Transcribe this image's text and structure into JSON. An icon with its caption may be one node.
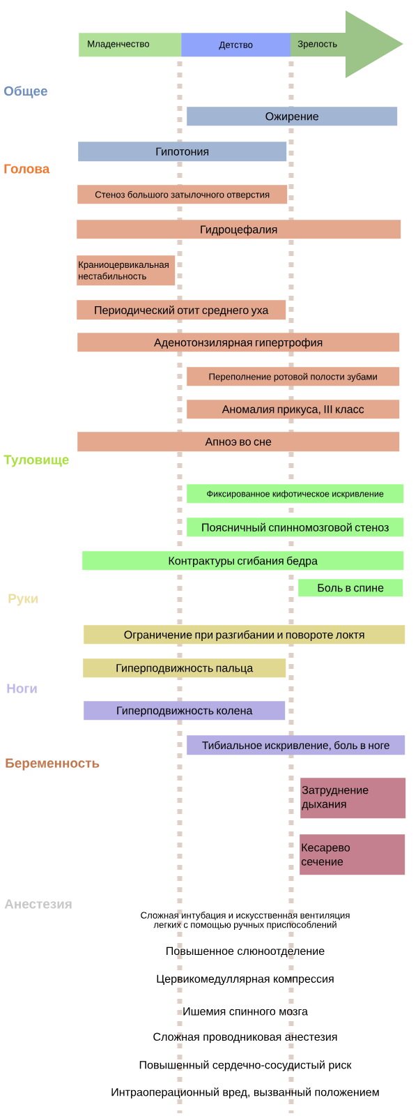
{
  "diagram": {
    "nodes": [
      {
        "text": [
          "Младенчество"
        ]
      },
      {
        "text": [
          "Детство"
        ]
      },
      {
        "text": [
          "Зрелость"
        ]
      },
      {
        "text": [
          "Ожирение"
        ]
      },
      {
        "text": [
          "Гипотония"
        ]
      },
      {
        "text": [
          "Стеноз большого затылочного отверстия"
        ]
      },
      {
        "text": [
          "Гидроцефалия"
        ]
      },
      {
        "text": [
          "Краниоцервикальная нестабильность"
        ]
      },
      {
        "text": [
          "Периодический отит среднего уха"
        ]
      },
      {
        "text": [
          "Аденотонзилярная гипертрофия"
        ]
      },
      {
        "text": [
          "Переполнение ротовой полости зубами"
        ]
      },
      {
        "text": [
          "Аномалия прикуса, III класс"
        ]
      },
      {
        "text": [
          "Апноэ во сне"
        ]
      },
      {
        "text": [
          "Фиксированное кифотическое искривление"
        ]
      },
      {
        "text": [
          "Поясничный спинномозговой стеноз"
        ]
      },
      {
        "text": [
          "Контрактуры сгибания бедра"
        ]
      },
      {
        "text": [
          "Боль в спине"
        ]
      },
      {
        "text": [
          "Ограничение при разгибании и повороте локтя"
        ]
      },
      {
        "text": [
          "Гиперподвижность пальца"
        ]
      },
      {
        "text": [
          "Гиперподвижность колена"
        ]
      },
      {
        "text": [
          "Тибиальное искривление, боль в ноге"
        ]
      },
      {
        "text": [
          "Затруднение дыхания"
        ]
      },
      {
        "text": [
          "Кесарево сечение"
        ]
      }
    ],
    "labels": [
      "Общее",
      "Голова",
      "Туловище",
      "Руки",
      "Ноги",
      "Беременность",
      "Анестезия",
      "Сложная интубация и искусственная вентиляция легких с помощью ручных приспособлений",
      "Повышенное слюноотделение",
      "Цервикомедуллярная компрессия",
      "Ишемия спинного мозга",
      "Сложная проводниковая анестезия",
      "Повышенный сердечно-сосудистый риск",
      "Интраоперационный вред, вызванный положением"
    ]
  }
}
